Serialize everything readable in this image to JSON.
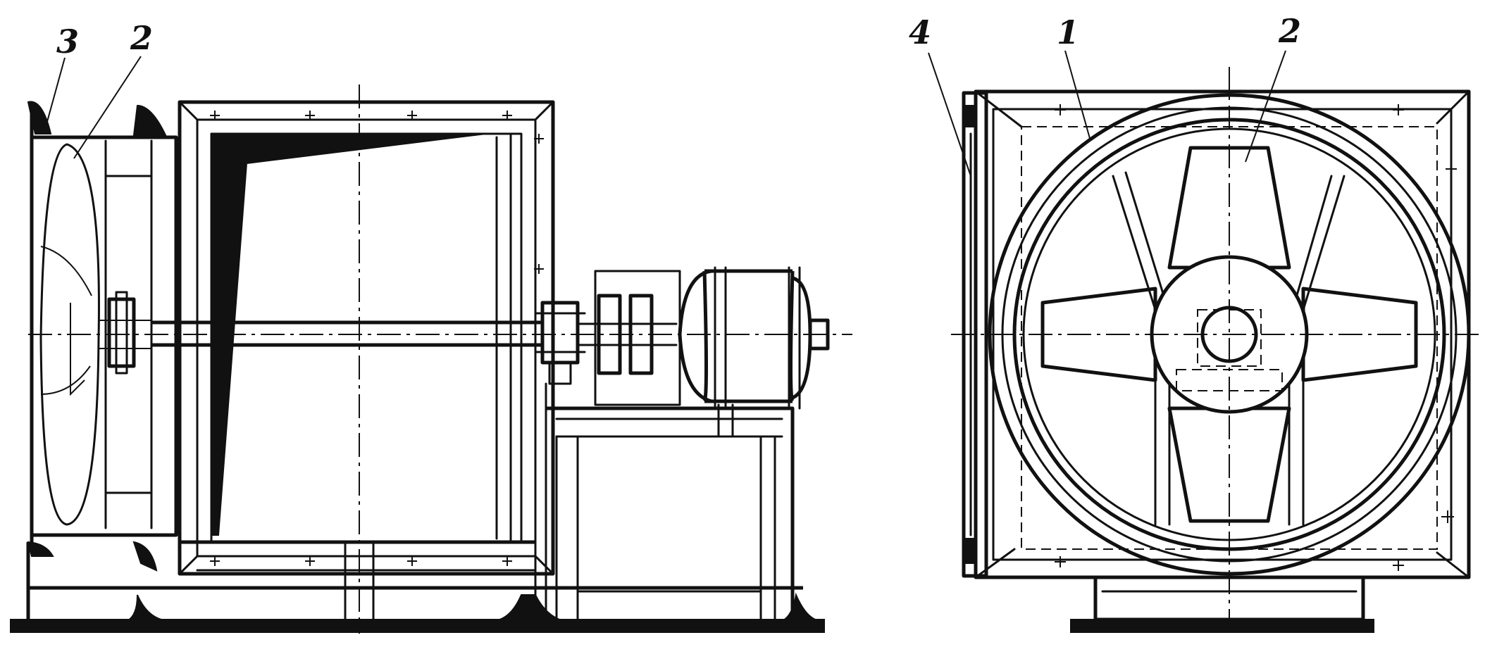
{
  "labels": {
    "side_view": {
      "label_3": "3",
      "label_2": "2"
    },
    "front_view": {
      "label_4": "4",
      "label_1": "1",
      "label_2": "2"
    }
  },
  "colors": {
    "ink": "#111111",
    "paper": "#ffffff"
  }
}
